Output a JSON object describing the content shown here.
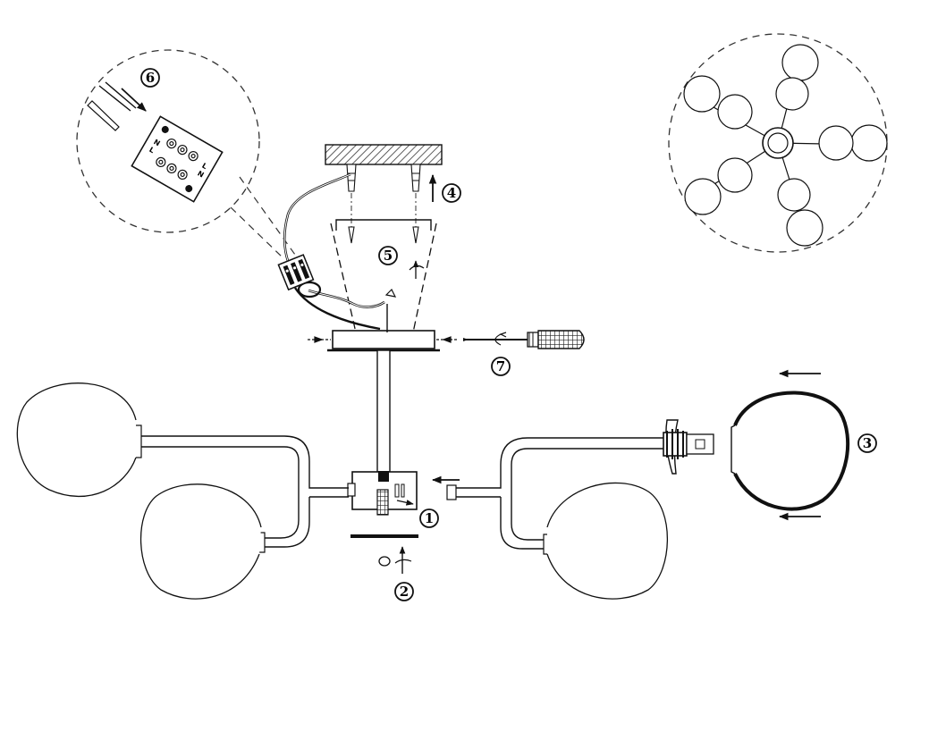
{
  "steps": [
    {
      "number": "1",
      "name": "center-hub"
    },
    {
      "number": "2",
      "name": "bottom-nut"
    },
    {
      "number": "3",
      "name": "glass-globe"
    },
    {
      "number": "4",
      "name": "wall-plugs"
    },
    {
      "number": "5",
      "name": "canopy-screws"
    },
    {
      "number": "6",
      "name": "terminal-block"
    },
    {
      "number": "7",
      "name": "screwdriver"
    }
  ],
  "terminal_labels": {
    "left": [
      "L",
      "N",
      "⏚"
    ],
    "right": [
      "L",
      "N",
      "⏚"
    ]
  },
  "colors": {
    "line": "#111111",
    "fill": "#ffffff",
    "hatch": "#444444",
    "dashed": "#333333"
  },
  "icons": {
    "screwdriver": "screwdriver-icon",
    "arrow": "arrow-icon",
    "rotate": "rotate-icon"
  }
}
